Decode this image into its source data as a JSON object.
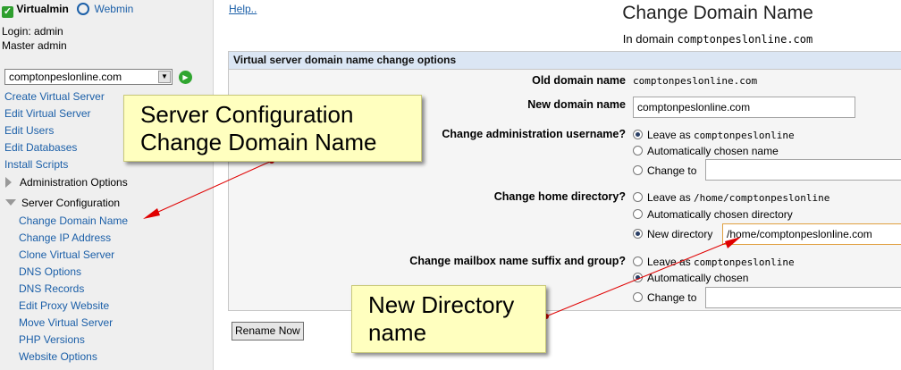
{
  "sidebar": {
    "brand": {
      "virtualmin": "Virtualmin",
      "webmin": "Webmin"
    },
    "login": "Login: admin",
    "role": "Master admin",
    "domain_select": "comptonpeslonline.com",
    "links": [
      "Create Virtual Server",
      "Edit Virtual Server",
      "Edit Users",
      "Edit Databases",
      "Install Scripts"
    ],
    "category_admin": "Administration Options",
    "category_server": "Server Configuration",
    "server_links": [
      "Change Domain Name",
      "Change IP Address",
      "Clone Virtual Server",
      "DNS Options",
      "DNS Records",
      "Edit Proxy Website",
      "Move Virtual Server",
      "PHP Versions",
      "Website Options"
    ]
  },
  "header": {
    "help": "Help..",
    "title": "Change Domain Name",
    "subtitle_prefix": "In domain",
    "subtitle_domain": "comptonpeslonline.com"
  },
  "form": {
    "section_title": "Virtual server domain name change options",
    "old_domain_label": "Old domain name",
    "old_domain_value": "comptonpeslonline.com",
    "new_domain_label": "New domain name",
    "new_domain_value": "comptonpeslonline.com",
    "admin_user_label": "Change administration username?",
    "admin_user_options": {
      "leave_as": "Leave as",
      "leave_value": "comptonpeslonline",
      "auto": "Automatically chosen name",
      "change_to": "Change to"
    },
    "home_dir_label": "Change home directory?",
    "home_dir_options": {
      "leave_as": "Leave as",
      "leave_value": "/home/comptonpeslonline",
      "auto": "Automatically chosen directory",
      "new_dir": "New directory",
      "new_dir_value": "/home/comptonpeslonline.com"
    },
    "mailbox_label": "Change mailbox name suffix and group?",
    "mailbox_options": {
      "leave_as": "Leave as",
      "leave_value": "comptonpeslonline",
      "auto": "Automatically chosen",
      "change_to": "Change to"
    },
    "rename_button": "Rename Now"
  },
  "callouts": {
    "server_config_line1": "Server Configuration",
    "server_config_line2": "Change Domain Name",
    "new_dir_line1": "New Directory",
    "new_dir_line2": "name"
  },
  "colors": {
    "link": "#1b5fa8",
    "section_header": "#dbe6f4",
    "callout_bg": "#ffffbf",
    "arrow": "#e00000"
  }
}
